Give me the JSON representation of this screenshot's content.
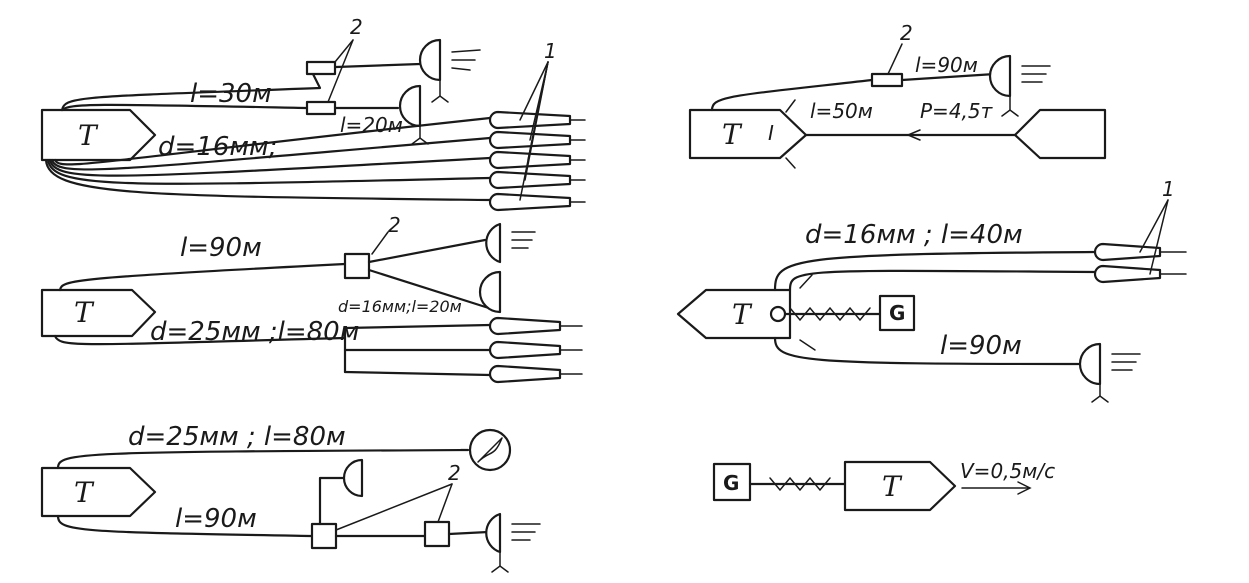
{
  "tractor_label": "Т",
  "winch_label": "G",
  "marker_1": "1",
  "marker_2": "2",
  "winch_symbol": "I",
  "d1": {
    "l30": "l=30м",
    "l20": "l=20м",
    "d16": "d=16мм;"
  },
  "d2": {
    "l90": "l=90м",
    "d16l20": "d=16мм;l=20м",
    "d25l80": "d=25мм ;l=80м"
  },
  "d3": {
    "d25l80": "d=25мм ; l=80м",
    "l90": "l=90м"
  },
  "d4": {
    "l90": "l=90м",
    "l50": "l=50м",
    "p": "P=4,5т"
  },
  "d5": {
    "d16l40": "d=16мм ; l=40м",
    "l90": "l=90м"
  },
  "d6": {
    "v": "V=0,5м/с"
  }
}
